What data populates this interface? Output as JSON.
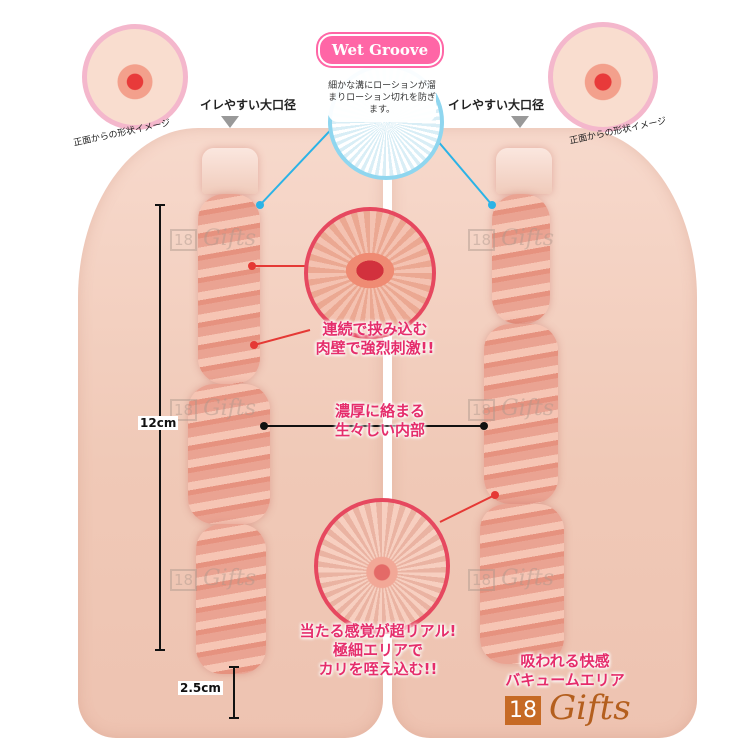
{
  "badge": {
    "title": "Wet Groove"
  },
  "bubble": {
    "text": "細かな溝にローションが溜まりローション切れを防ぎます。"
  },
  "top_left": {
    "label": "イレやすい大口径",
    "side_note": "正面からの形状イメージ"
  },
  "top_right": {
    "label": "イレやすい大口径",
    "side_note": "正面からの形状イメージ"
  },
  "callouts": {
    "upper": "連続で挟み込む\n肉壁で強烈刺激!!",
    "middle": "濃厚に絡まる\n生々しい内部",
    "lower": "当たる感覚が超リアル!\n極細エリアで\nカリを咥え込む!!",
    "vacuum": "吸われる快感\nバキュームエリア"
  },
  "measurements": {
    "length": "12cm",
    "depth": "2.5cm"
  },
  "watermark": {
    "number": "18",
    "text": "Gifts"
  },
  "logo": {
    "number": "18",
    "text": "Gifts"
  },
  "colors": {
    "accent_pink": "#ff66a6",
    "callout_red": "#e52d6b",
    "leader_blue": "#2bb3e6",
    "leader_red": "#e53935"
  }
}
